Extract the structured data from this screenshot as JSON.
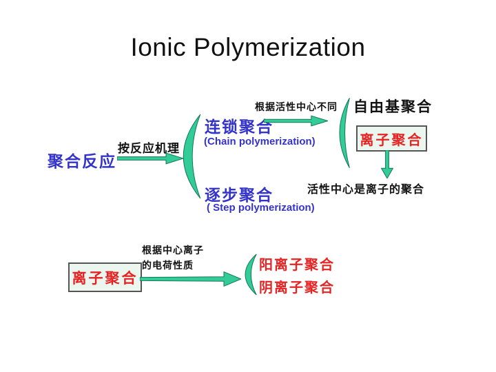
{
  "slide": {
    "title": "Ionic Polymerization",
    "colors": {
      "green": "#33cc99",
      "green-edge": "#117755",
      "blue": "#3333cc",
      "red": "#e62222",
      "ink": "#111111",
      "box-fill": "#eaf6ee",
      "box-border": "#555555"
    }
  },
  "top_diagram": {
    "root_label": "聚合反应",
    "arrow1_label": "按反应机理",
    "branch_chain": "连锁聚合",
    "branch_chain_en": "(Chain polymerization)",
    "branch_step": "逐步聚合",
    "branch_step_en": "( Step polymerization)",
    "arrow2_label": "根据活性中心不同",
    "leaf_radical": "自由基聚合",
    "leaf_ionic": "离子聚合",
    "ionic_note": "活性中心是离子的聚合"
  },
  "bottom_diagram": {
    "root_label": "离子聚合",
    "arrow_label_line1": "根据中心离子",
    "arrow_label_line2": "的电荷性质",
    "leaf_cationic": "阳离子聚合",
    "leaf_anionic": "阴离子聚合"
  }
}
